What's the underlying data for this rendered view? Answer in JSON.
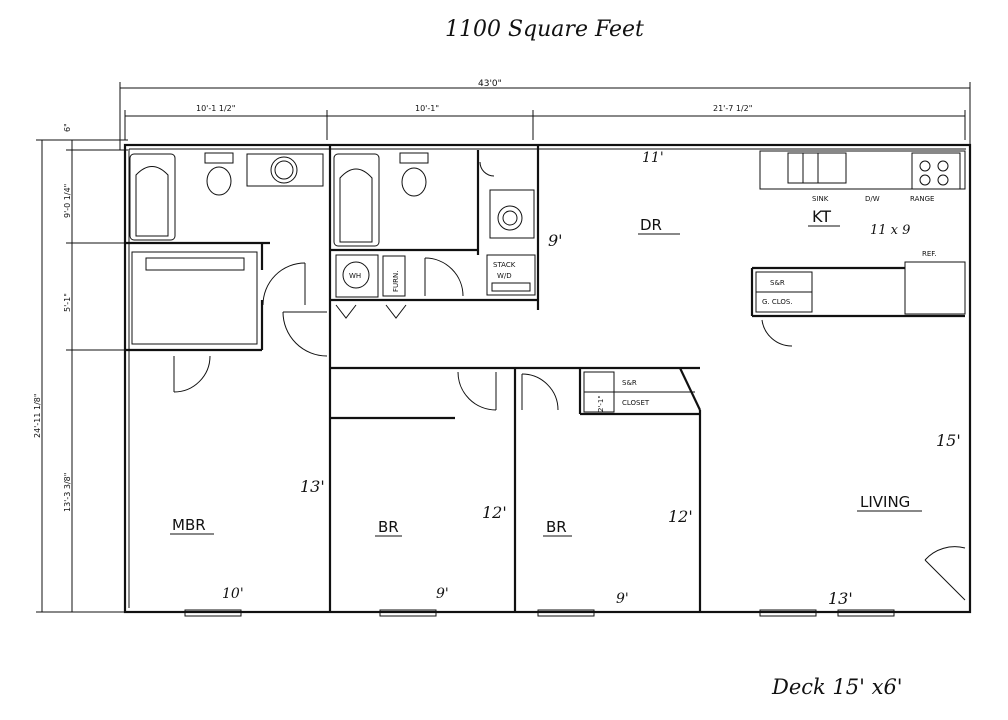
{
  "title": "1100 Square Feet",
  "footer_note": "Deck 15' x6'",
  "dimensions": {
    "overall_width": "43'0\"",
    "top_left": "10'-1 1/2\"",
    "top_mid": "10'-1\"",
    "top_right": "21'-7 1/2\"",
    "side_top": "6\"",
    "side_a": "9'-0 1/4\"",
    "side_b": "5'-1\"",
    "side_overall": "24'-11 1/8\"",
    "side_c": "13'-3 3/8\""
  },
  "rooms": {
    "dr": "DR",
    "kt": "KT",
    "mbr": "MBR",
    "br1": "BR",
    "br2": "BR",
    "living": "LIVING"
  },
  "room_dims": {
    "dr_width": "11'",
    "dr_depth": "9'",
    "kt": "11 x 9",
    "mbr_depth": "13'",
    "mbr_width": "10'",
    "br1_depth": "12'",
    "br1_width": "9'",
    "br2_depth": "12'",
    "br2_width": "9'",
    "living_depth": "15'",
    "living_width": "13'"
  },
  "fixtures": {
    "sink": "SINK",
    "dw": "D/W",
    "range": "RANGE",
    "ref": "REF.",
    "wh": "WH",
    "furn": "FURN.",
    "stack": "STACK",
    "wd": "W/D",
    "sr": "S&R",
    "gclos": "G. CLOS.",
    "sr2": "S&R",
    "closet": "CLOSET",
    "closet_dim": "2'-1\""
  }
}
